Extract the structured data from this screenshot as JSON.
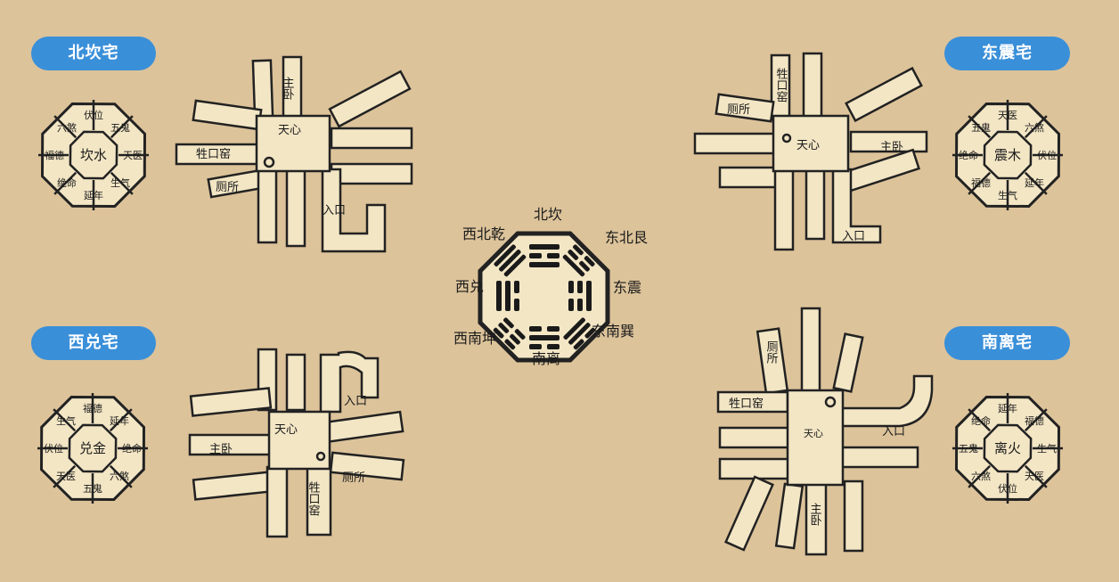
{
  "bagua": {
    "north": "北坎",
    "northeast": "东北艮",
    "east": "东震",
    "southeast": "东南巽",
    "south": "南离",
    "southwest": "西南坤",
    "west": "西兑",
    "northwest": "西北乾"
  },
  "houses": {
    "kan": {
      "tag": "北坎宅",
      "center": "坎水",
      "ring": [
        "伏位",
        "五鬼",
        "天医",
        "生气",
        "延年",
        "绝命",
        "福德",
        "六煞"
      ],
      "plan": {
        "tianxin": "天心",
        "zhuwo": "主卧",
        "sheng": "牲口窑",
        "cesuo": "厕所",
        "rukou": "入口"
      }
    },
    "zhen": {
      "tag": "东震宅",
      "center": "震木",
      "ring": [
        "天医",
        "六煞",
        "伏位",
        "延年",
        "生气",
        "福德",
        "绝命",
        "五鬼"
      ],
      "plan": {
        "tianxin": "天心",
        "zhuwo": "主卧",
        "sheng": "牲口窑",
        "cesuo": "厕所",
        "rukou": "入口"
      }
    },
    "dui": {
      "tag": "西兑宅",
      "center": "兑金",
      "ring": [
        "福德",
        "延年",
        "绝命",
        "六煞",
        "五鬼",
        "天医",
        "伏位",
        "生气"
      ],
      "plan": {
        "tianxin": "天心",
        "zhuwo": "主卧",
        "sheng": "牲口窑",
        "cesuo": "厕所",
        "rukou": "入口"
      }
    },
    "li": {
      "tag": "南离宅",
      "center": "离火",
      "ring": [
        "延年",
        "福德",
        "生气",
        "天医",
        "伏位",
        "六煞",
        "五鬼",
        "绝命"
      ],
      "plan": {
        "tianxin": "天心",
        "zhuwo": "主卧",
        "sheng": "牲口窑",
        "cesuo": "厕所",
        "rukou": "入口"
      }
    }
  }
}
